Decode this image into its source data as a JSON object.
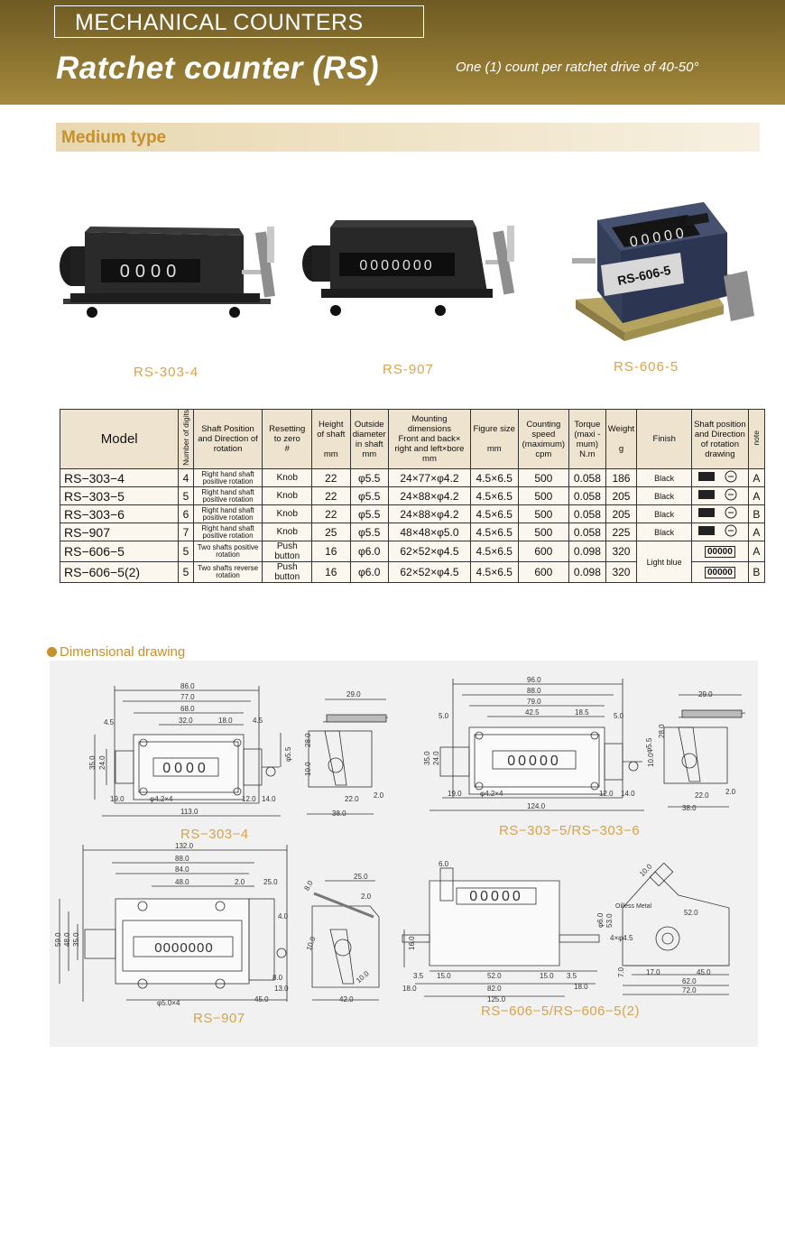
{
  "header": {
    "category": "MECHANICAL COUNTERS",
    "title": "Ratchet counter (RS)",
    "subtitle": "One (1) count per ratchet drive of 40-50°"
  },
  "section": {
    "title": "Medium type"
  },
  "photos": [
    {
      "caption": "RS-303-4",
      "digits": "0000"
    },
    {
      "caption": "RS-907",
      "digits": "0000000"
    },
    {
      "caption": "RS-606-5",
      "digits": "00000",
      "plate": "RS-606-5"
    }
  ],
  "table": {
    "headers": {
      "model": "Model",
      "digits": "Number of digits",
      "shaft": "Shaft Position and Direction of rotation",
      "reset": "Resetting to zero",
      "reset_mark": "#",
      "height": "Height of shaft",
      "height_unit": "mm",
      "outside": "Outside diameter in shaft",
      "outside_unit": "mm",
      "mount": "Mounting dimensions",
      "mount2": "Front and back×",
      "mount3": "right and left×bore",
      "mount_unit": "mm",
      "figure": "Figure size",
      "figure_unit": "mm",
      "speed": "Counting speed (maximum)",
      "speed_unit": "cpm",
      "torque": "Torque (maxi -mum)",
      "torque_unit": "N.m",
      "weight": "Weight",
      "weight_unit": "g",
      "finish": "Finish",
      "drawing": "Shaft position and Direction of rotation drawing",
      "note": "note"
    },
    "rows": [
      {
        "model": "RS−303−4",
        "digits": "4",
        "shaft": "Right hand shaft positive rotation",
        "reset": "Knob",
        "height": "22",
        "outside": "φ5.5",
        "mount": "24×77×φ4.2",
        "figure": "4.5×6.5",
        "speed": "500",
        "torque": "0.058",
        "weight": "186",
        "finish": "Black",
        "note": "A"
      },
      {
        "model": "RS−303−5",
        "digits": "5",
        "shaft": "Right hand shaft positive rotation",
        "reset": "Knob",
        "height": "22",
        "outside": "φ5.5",
        "mount": "24×88×φ4.2",
        "figure": "4.5×6.5",
        "speed": "500",
        "torque": "0.058",
        "weight": "205",
        "finish": "Black",
        "note": "A"
      },
      {
        "model": "RS−303−6",
        "digits": "6",
        "shaft": "Right hand shaft positive rotation",
        "reset": "Knob",
        "height": "22",
        "outside": "φ5.5",
        "mount": "24×88×φ4.2",
        "figure": "4.5×6.5",
        "speed": "500",
        "torque": "0.058",
        "weight": "205",
        "finish": "Black",
        "note": "B"
      },
      {
        "model": "RS−907",
        "digits": "7",
        "shaft": "Right hand shaft positive rotation",
        "reset": "Knob",
        "height": "25",
        "outside": "φ5.5",
        "mount": "48×48×φ5.0",
        "figure": "4.5×6.5",
        "speed": "500",
        "torque": "0.058",
        "weight": "225",
        "finish": "Black",
        "note": "A"
      },
      {
        "model": "RS−606−5",
        "digits": "5",
        "shaft": "Two shafts positive rotation",
        "reset": "Push button",
        "height": "16",
        "outside": "φ6.0",
        "mount": "62×52×φ4.5",
        "figure": "4.5×6.5",
        "speed": "600",
        "torque": "0.098",
        "weight": "320",
        "finish": "Light blue",
        "note": "A"
      },
      {
        "model": "RS−606−5(2)",
        "digits": "5",
        "shaft": "Two shafts reverse rotation",
        "reset": "Push button",
        "height": "16",
        "outside": "φ6.0",
        "mount": "62×52×φ4.5",
        "figure": "4.5×6.5",
        "speed": "600",
        "torque": "0.098",
        "weight": "320",
        "finish": "",
        "note": "B"
      }
    ],
    "drawing_digits": "00000"
  },
  "dimensional": {
    "title": "Dimensional drawing",
    "captions": [
      "RS−303−4",
      "RS−303−5/RS−303−6",
      "RS−907",
      "RS−606−5/RS−606−5(2)"
    ],
    "d1": {
      "w86": "86.0",
      "w77": "77.0",
      "w68": "68.0",
      "w32": "32.0",
      "w18": "18.0",
      "l45": "4.5",
      "r45": "4.5",
      "h35": "35.0",
      "h24": "24.0",
      "h55": "φ5.5",
      "w19": "19.0",
      "bore": "φ4.2×4",
      "w12": "12.0",
      "w14": "14.0",
      "w113": "113.0",
      "digits": "0000"
    },
    "d1s": {
      "w29": "29.0",
      "h28": "28.0",
      "h10": "10.0",
      "w22": "22.0",
      "w2": "2.0",
      "w38": "38.0"
    },
    "d2": {
      "w96": "96.0",
      "w88": "88.0",
      "w79": "79.0",
      "w425": "42.5",
      "w185": "18.5",
      "l5": "5.0",
      "r5": "5.0",
      "h35": "35.0",
      "h24": "24.0",
      "h55": "φ5.5",
      "w19": "19.0",
      "bore": "φ4.2×4",
      "w12": "12.0",
      "w14": "14.0",
      "w124": "124.0",
      "digits": "00000"
    },
    "d2s": {
      "w29": "29.0",
      "h28": "28.0",
      "h10": "10.0",
      "w22": "22.0",
      "w2": "2.0",
      "w38": "38.0"
    },
    "d3": {
      "w132": "132.0",
      "w88": "88.0",
      "w84": "84.0",
      "w48": "48.0",
      "w2": "2.0",
      "w25": "25.0",
      "h59": "59.0",
      "h48": "48.0",
      "h35": "35.0",
      "h4": "4.0",
      "h8": "8.0",
      "h13": "13.0",
      "w45": "45.0",
      "bore": "φ5.0×4",
      "digits": "0000000"
    },
    "d3s": {
      "w25": "25.0",
      "w2": "2.0",
      "a8": "8.0",
      "h10": "10.0",
      "w10": "10.0",
      "w42": "42.0"
    },
    "d4": {
      "h6": "6.0",
      "h16": "16.0",
      "h53": "53.0",
      "p6": "φ6.0",
      "w35a": "3.5",
      "w15a": "15.0",
      "w52": "52.0",
      "w15b": "15.0",
      "w35b": "3.5",
      "w18a": "18.0",
      "w82": "82.0",
      "w18b": "18.0",
      "w125": "125.0",
      "digits": "00000"
    },
    "d4s": {
      "a10": "10.0",
      "oil": "Oilless Metal",
      "w52": "52.0",
      "bore": "4×φ4.5",
      "h7": "7.0",
      "w17": "17.0",
      "w45": "45.0",
      "w62": "62.0",
      "w72": "72.0"
    }
  },
  "colors": {
    "header": "#8c7430",
    "accent": "#c6912c",
    "caption": "#d8a34a",
    "band": "#efe3c7"
  }
}
